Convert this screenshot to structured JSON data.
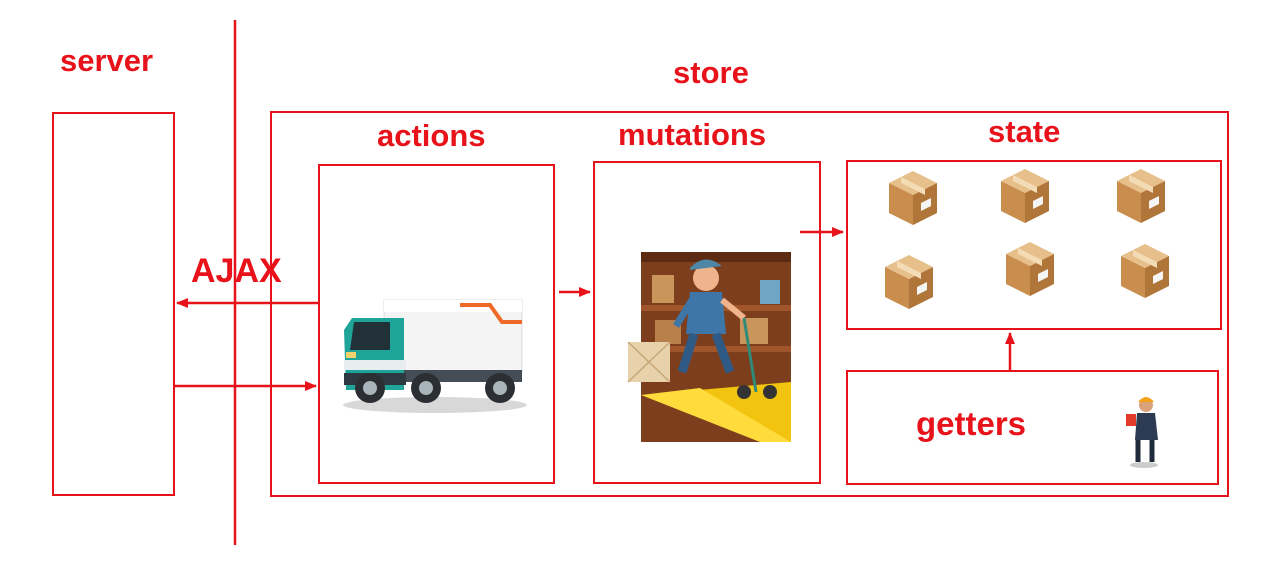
{
  "labels": {
    "server": "server",
    "store": "store",
    "actions": "actions",
    "mutations": "mutations",
    "state": "state",
    "getters": "getters",
    "ajax": "AJAX"
  },
  "colors": {
    "line": "#e8131a",
    "background": "#ffffff"
  },
  "icons": {
    "actions": "delivery-truck-icon",
    "mutations": "warehouse-worker-icon",
    "state": "cardboard-box-icon",
    "getters": "inspector-person-icon"
  },
  "state_box_count": 6
}
